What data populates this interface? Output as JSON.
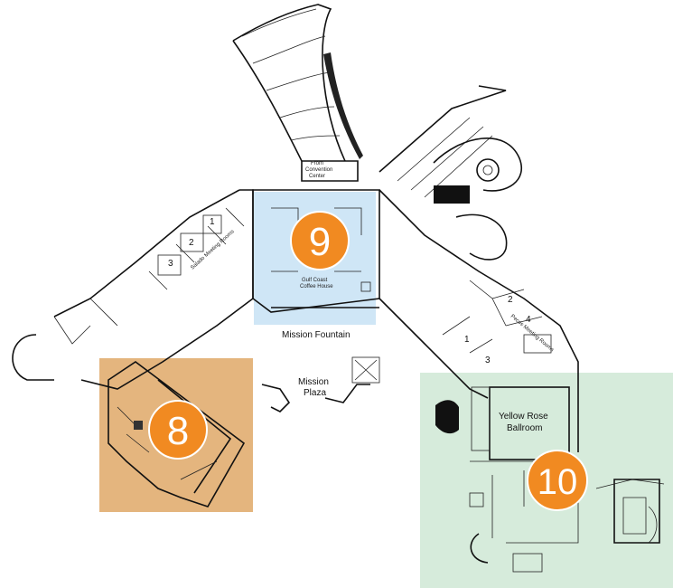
{
  "zones": [
    {
      "id": "zone-9",
      "color": "#cfe6f6",
      "number": "9"
    },
    {
      "id": "zone-8",
      "color": "#e4b57e",
      "number": "8"
    },
    {
      "id": "zone-10",
      "color": "#d6ebdb",
      "number": "10"
    }
  ],
  "marker_color": "#f18a21",
  "labels": {
    "mission_fountain": "Mission Fountain",
    "mission_plaza_1": "Mission",
    "mission_plaza_2": "Plaza",
    "yellow_rose_1": "Yellow Rose",
    "yellow_rose_2": "Ballroom",
    "convention_1": "From",
    "convention_2": "Convention",
    "convention_3": "Center",
    "coffee_1": "Gulf Coast",
    "coffee_2": "Coffee House",
    "meeting_left": "Salado Meeting Rooms",
    "meeting_right": "Pecos Meeting Rooms"
  },
  "room_numbers": {
    "left": [
      "1",
      "2",
      "3"
    ],
    "right": [
      "1",
      "2",
      "3",
      "4"
    ]
  }
}
